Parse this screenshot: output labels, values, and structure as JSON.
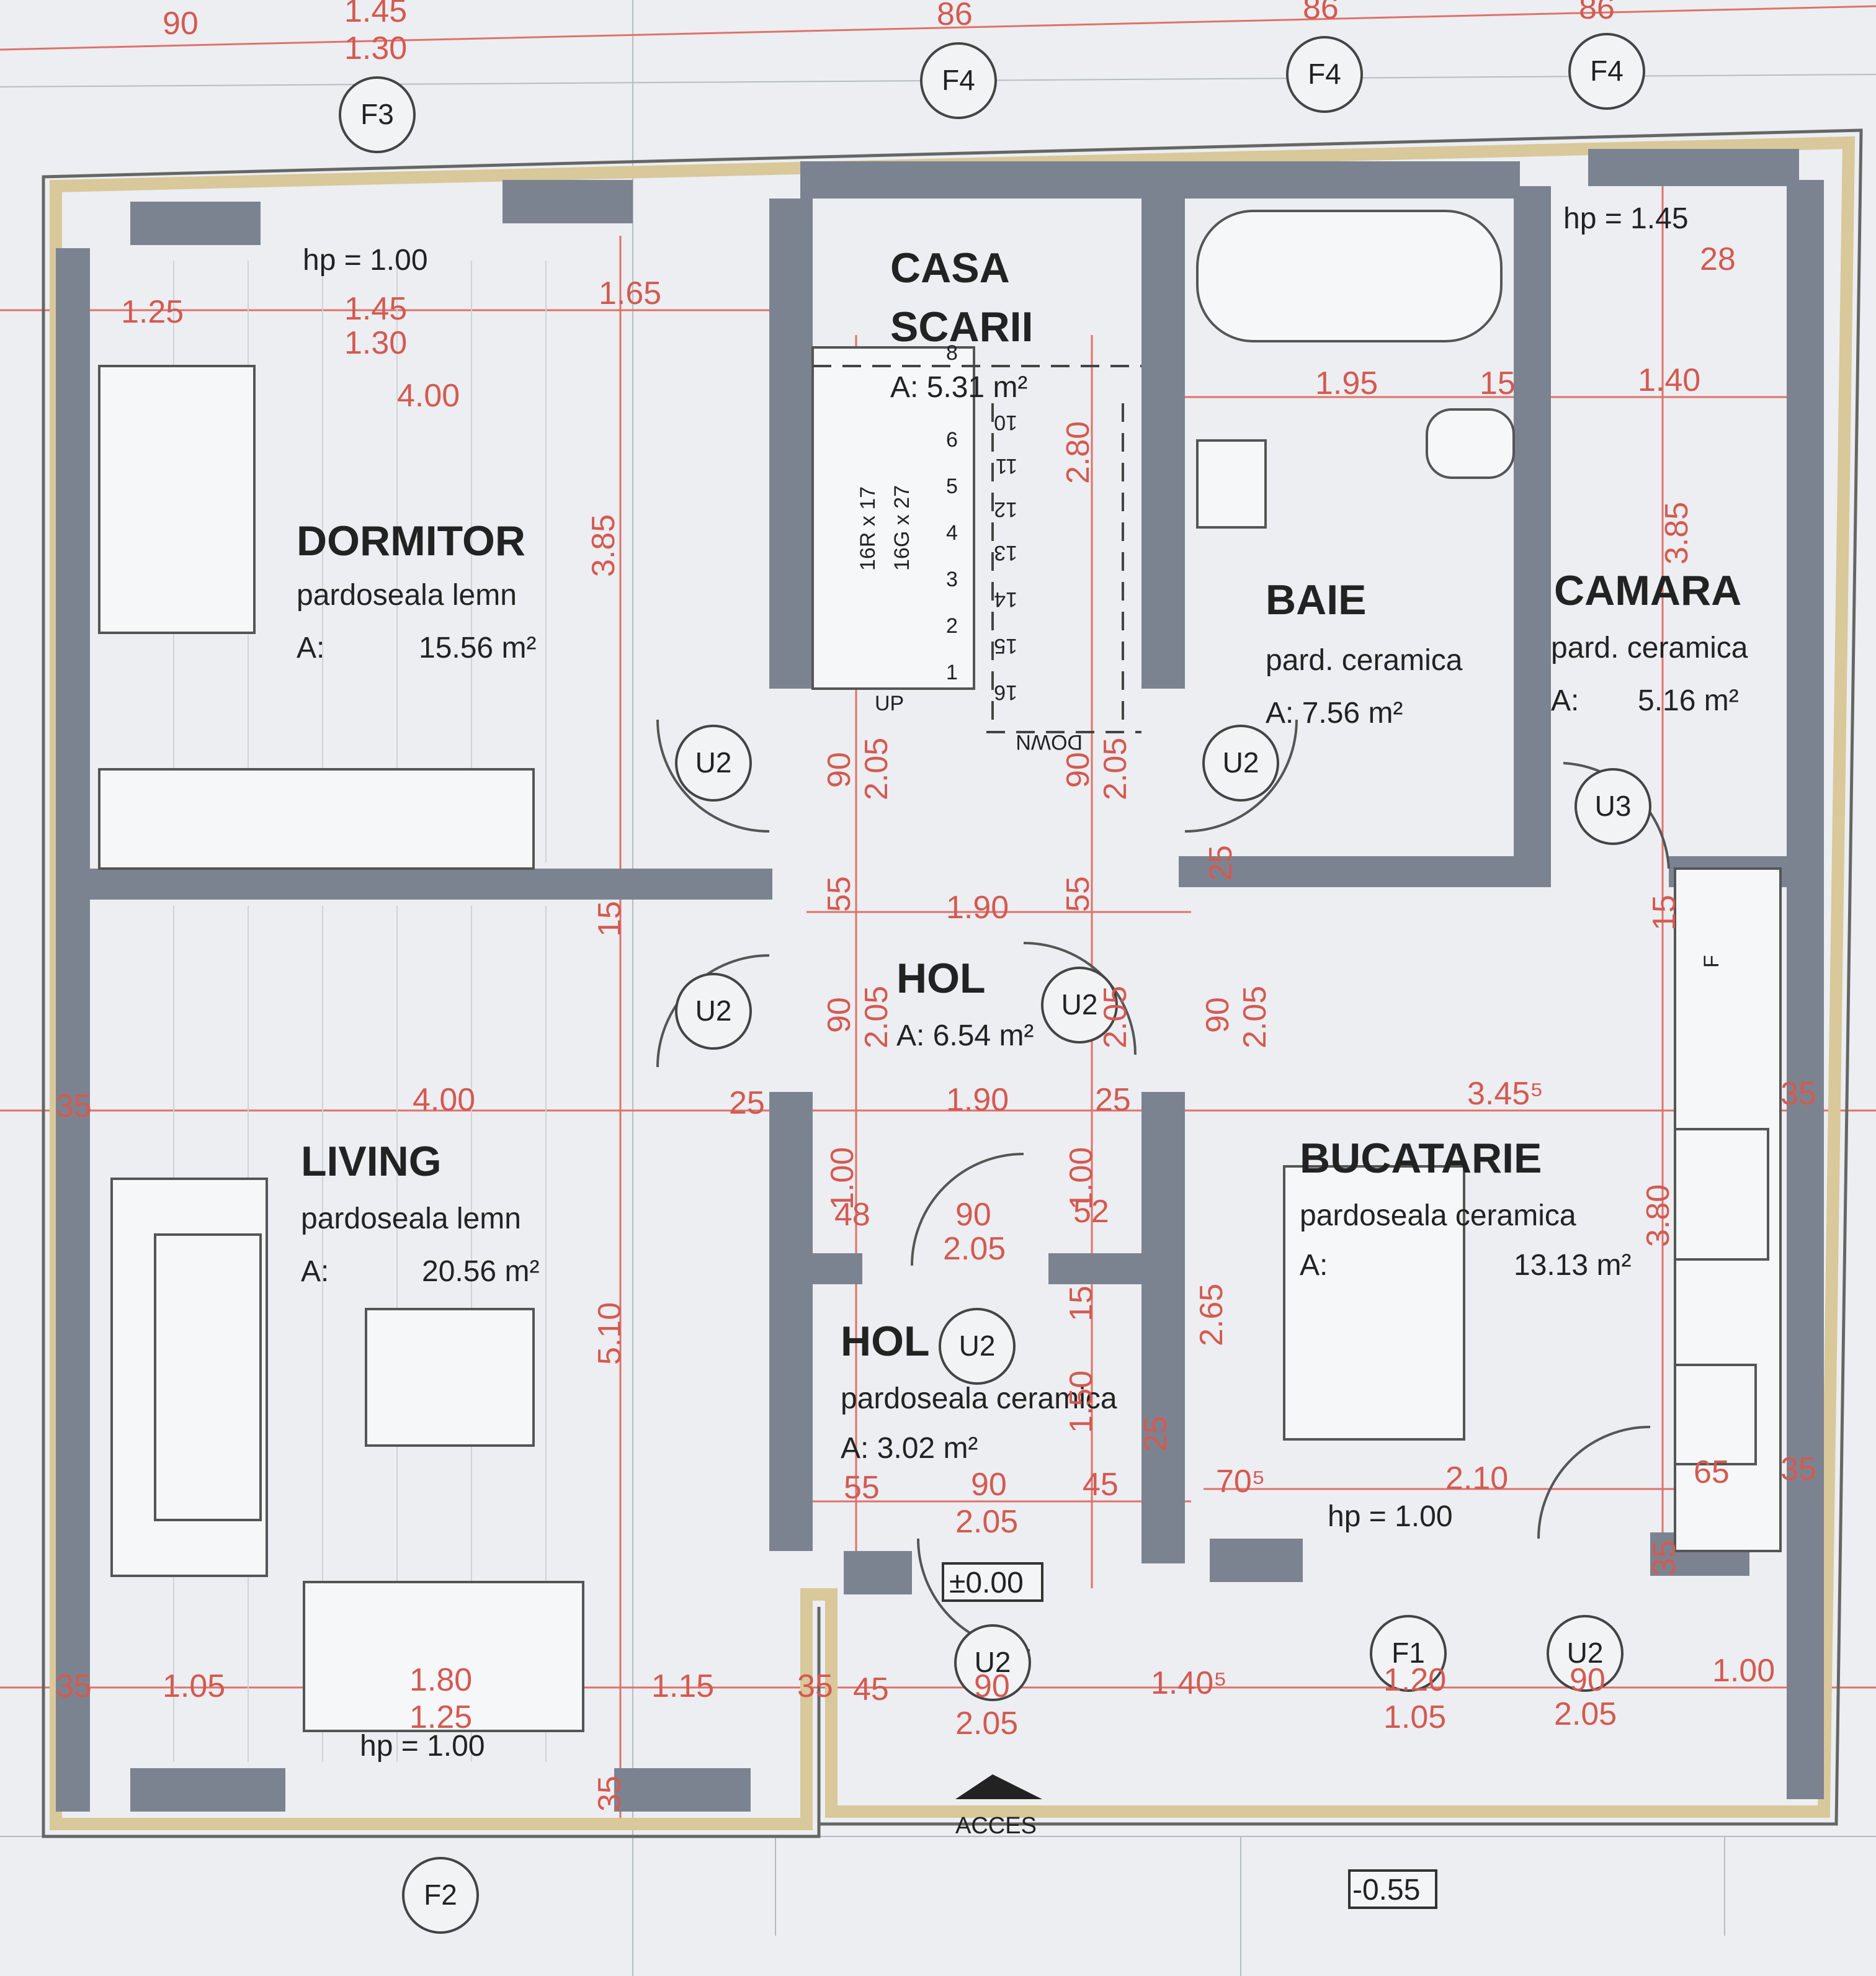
{
  "rooms": {
    "dormitor": {
      "name": "DORMITOR",
      "floor": "pardoseala lemn",
      "area_label": "A:",
      "area": "15.56 m²"
    },
    "casa_scarii": {
      "name_line1": "CASA",
      "name_line2": "SCARII",
      "area": "A:  5.31 m²"
    },
    "baie": {
      "name": "BAIE",
      "floor": "pard. ceramica",
      "area": "A:  7.56 m²"
    },
    "camara": {
      "name": "CAMARA",
      "floor": "pard. ceramica",
      "area_label": "A:",
      "area": "5.16 m²"
    },
    "hol_main": {
      "name": "HOL",
      "area": "A:  6.54 m²"
    },
    "living": {
      "name": "LIVING",
      "floor": "pardoseala lemn",
      "area_label": "A:",
      "area": "20.56 m²"
    },
    "bucatarie": {
      "name": "BUCATARIE",
      "floor": "pardoseala ceramica",
      "area_label": "A:",
      "area": "13.13 m²"
    },
    "hol_entry": {
      "name": "HOL",
      "floor": "pardoseala ceramica",
      "area": "A:  3.02 m²"
    }
  },
  "tags": {
    "F3": "F3",
    "F4": "F4",
    "F2": "F2",
    "F1": "F1",
    "U2": "U2",
    "U3": "U3"
  },
  "labels": {
    "hp_100": "hp =  1.00",
    "hp_145": "hp =  1.45",
    "level_0": "±0.00",
    "level_055": "-0.55",
    "acces": "ACCES",
    "up": "UP",
    "down": "DOWN",
    "stair_r": "16R x 17",
    "stair_g": "16G x 27",
    "fridge": "F"
  },
  "steps_up": [
    "1",
    "2",
    "3",
    "4",
    "5",
    "6",
    "8"
  ],
  "steps_down": [
    "10",
    "11",
    "12",
    "13",
    "14",
    "15",
    "16"
  ],
  "dims": {
    "top_90": "90",
    "top_145": "1.45",
    "top_130": "1.30",
    "top_86": "86",
    "d_125": "1.25",
    "d_145": "1.45",
    "d_130": "1.30",
    "d_165": "1.65",
    "d_400": "4.00",
    "d_385": "3.85",
    "d_35": "35",
    "d_280": "2.80",
    "d_195": "1.95",
    "d_15": "15",
    "d_140": "1.40",
    "d_28": "28",
    "d_90": "90",
    "d_205": "2.05",
    "d_55": "55",
    "d_190": "1.90",
    "d_25": "25",
    "d_3455": "3.45⁵",
    "d_100": "1.00",
    "d_48": "48",
    "d_52": "52",
    "d_380": "3.80",
    "d_510": "5.10",
    "d_265": "2.65",
    "d_150": "1.50",
    "d_45": "45",
    "d_705": "70⁵",
    "d_210": "2.10",
    "d_65": "65",
    "d_105": "1.05",
    "d_180": "1.80",
    "d_115": "1.15",
    "d_1405": "1.40⁵",
    "d_120": "1.20"
  }
}
